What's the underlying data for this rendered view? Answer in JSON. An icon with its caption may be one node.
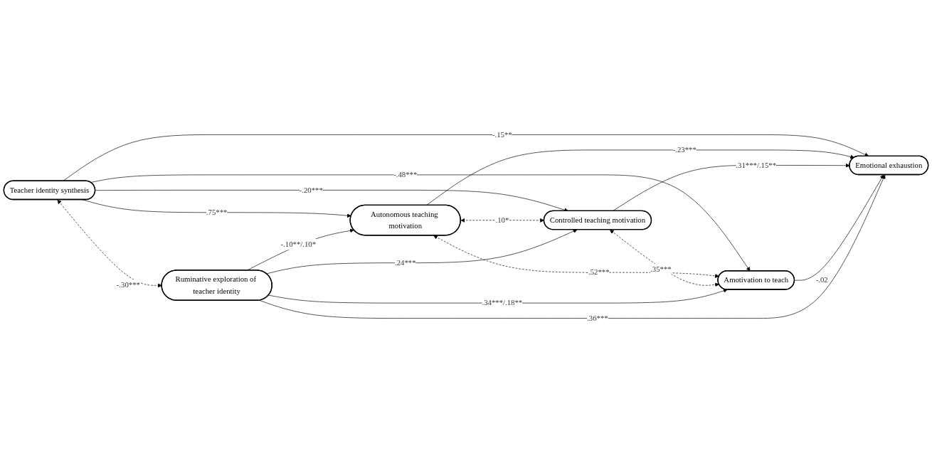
{
  "diagram": {
    "nodes": [
      {
        "text": [
          "Teacher identity synthesis"
        ]
      },
      {
        "text": [
          "Ruminative exploration of teacher identity"
        ]
      },
      {
        "text": [
          "Autonomous teaching motivation"
        ]
      },
      {
        "text": [
          "Controlled teaching motivation"
        ]
      },
      {
        "text": [
          "Amotivation to teach"
        ]
      },
      {
        "text": [
          "Emotional exhaustion"
        ]
      }
    ],
    "edges": [
      {
        "from": 0,
        "to": 5,
        "arrow": "to",
        "label": "-.15**"
      },
      {
        "from": 0,
        "to": 2,
        "arrow": "to",
        "label": ".75***"
      },
      {
        "from": 0,
        "to": 3,
        "arrow": "to",
        "label": "-.20***"
      },
      {
        "from": 0,
        "to": 4,
        "arrow": "to",
        "label": "-.48***"
      },
      {
        "from": 0,
        "to": 1,
        "arrow": "both",
        "label": "-.30***",
        "style": "dashed"
      },
      {
        "from": 2,
        "to": 3,
        "arrow": "both",
        "label": ".10*",
        "style": "dashed"
      },
      {
        "from": 2,
        "to": 4,
        "arrow": "both",
        "label": "-.52***",
        "style": "dashed"
      },
      {
        "from": 2,
        "to": 5,
        "arrow": "to",
        "label": "-.23***"
      },
      {
        "from": 3,
        "to": 5,
        "arrow": "to",
        "label": ".31***/.15**"
      },
      {
        "from": 1,
        "to": 2,
        "arrow": "to",
        "label": "-.10**/.10*"
      },
      {
        "from": 3,
        "to": 4,
        "arrow": "both",
        "label": ".35***",
        "style": "dashed"
      },
      {
        "from": 1,
        "to": 3,
        "arrow": "to",
        "label": ".24***"
      },
      {
        "from": 1,
        "to": 4,
        "arrow": "to",
        "label": ".34***/.18**"
      },
      {
        "from": 4,
        "to": 5,
        "arrow": "to",
        "label": "-.02"
      },
      {
        "from": 1,
        "to": 5,
        "arrow": "to",
        "label": ".36***"
      }
    ]
  }
}
